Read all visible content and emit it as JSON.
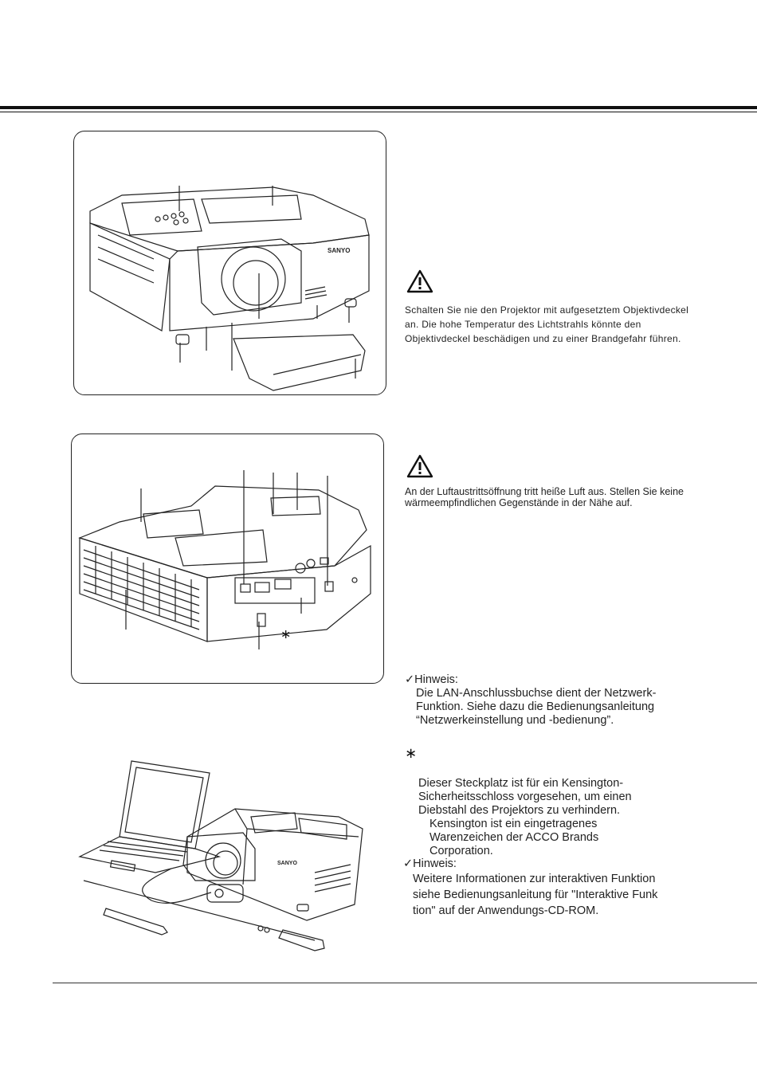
{
  "warnings": [
    {
      "icon": "warning-triangle-icon",
      "text": "Schalten Sie nie den Projektor mit aufgesetztem Objektivdeckel an. Die hohe Temperatur des Lichtstrahls könnte den Objektivdeckel beschädigen und zu einer Brandgefahr führen."
    },
    {
      "icon": "warning-triangle-icon",
      "text": "An der Luftaustrittsöffnung tritt heiße Luft aus. Stellen Sie keine wärmeempfindlichen Gegenstände in der Nähe auf."
    }
  ],
  "note_lan": {
    "check": "✓",
    "heading": "Hinweis:",
    "body": "Die LAN-Anschlussbuchse dient der Netzwerk-Funktion. Siehe dazu die Bedienungsanleitung “Netzwerkeinstellung und -bedienung”."
  },
  "kensington": {
    "marker": "∗",
    "body": "Dieser Steckplatz ist für ein Kensington-Sicherheitsschloss vorgesehen, um einen Diebstahl des Projektors zu verhindern.",
    "trademark": "Kensington ist ein eingetragenes Warenzeichen der ACCO Brands Corporation."
  },
  "note_interactive": {
    "check": "✓",
    "heading": "Hinweis:",
    "body": "Weitere Informationen zur interaktiven Funktion siehe Bedienungsanleitung für \"Interaktive Funk tion\" auf der Anwendungs-CD-ROM."
  },
  "figure_labels": {
    "brand": "SANYO",
    "rear_marker": "∗"
  }
}
